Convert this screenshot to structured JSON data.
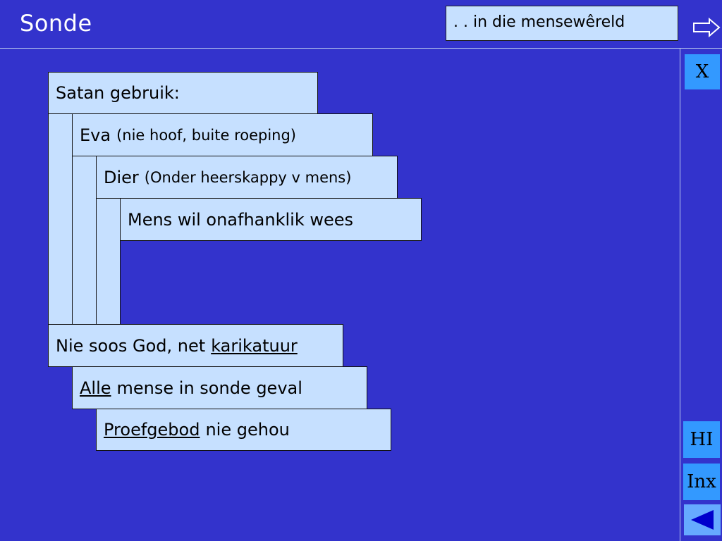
{
  "header": {
    "title": "Sonde",
    "breadcrumb": ". . in die mensewêreld",
    "next_icon": "arrow-right-outline-icon"
  },
  "diagram": {
    "satan": "Satan gebruik:",
    "eva": {
      "main": "Eva",
      "note": "(nie hoof, buite roeping)"
    },
    "dier": {
      "main": "Dier",
      "note": "(Onder heerskappy v mens)"
    },
    "mens": "Mens wil onafhanklik wees",
    "result1": {
      "pre": "Nie soos God, net",
      "link": "karikatuur"
    },
    "result2": {
      "link": "Alle",
      "post": "mense in sonde geval"
    },
    "result3": {
      "link": "Proefgebod",
      "post": "nie gehou"
    }
  },
  "nav": {
    "close": "X",
    "hi": "HI",
    "inx": "Inx",
    "back_icon": "triangle-left-icon"
  },
  "colors": {
    "background": "#3333cc",
    "box": "#c6e0ff",
    "button": "#3399ff",
    "divider": "#b9c6ee"
  }
}
